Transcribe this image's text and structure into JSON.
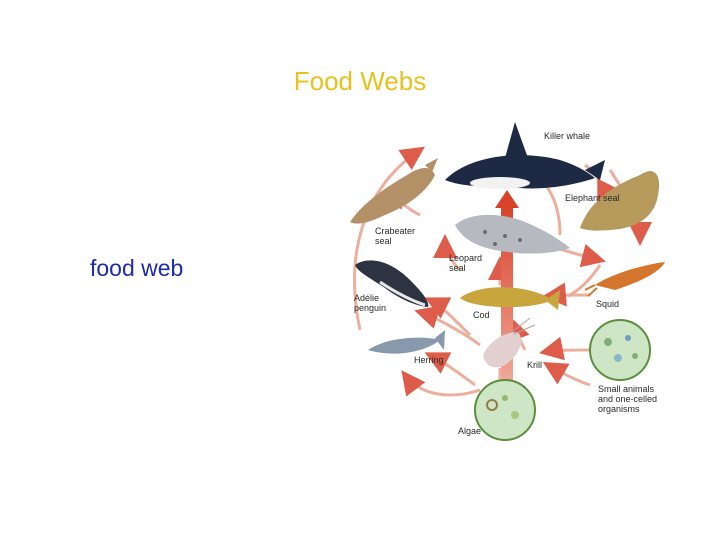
{
  "slide": {
    "title": "Food Webs",
    "left_term": "food web"
  },
  "diagram": {
    "labels": {
      "killer_whale": "Killer whale",
      "elephant_seal": "Elephant seal",
      "crabeater_seal_1": "Crabeater",
      "crabeater_seal_2": "seal",
      "leopard_seal_1": "Leopard",
      "leopard_seal_2": "seal",
      "adelie_penguin_1": "Adélie",
      "adelie_penguin_2": "penguin",
      "cod": "Cod",
      "squid": "Squid",
      "herring": "Herring",
      "krill": "Krill",
      "small_animals_1": "Small animals",
      "small_animals_2": "and one-celled",
      "small_animals_3": "organisms",
      "algae": "Algae"
    },
    "colors": {
      "title": "#e8c21c",
      "term": "#1c2ab0",
      "arrow": "#d9412b",
      "circle_ring": "#5a8f3c",
      "circle_fill": "#cfe6c6"
    }
  }
}
